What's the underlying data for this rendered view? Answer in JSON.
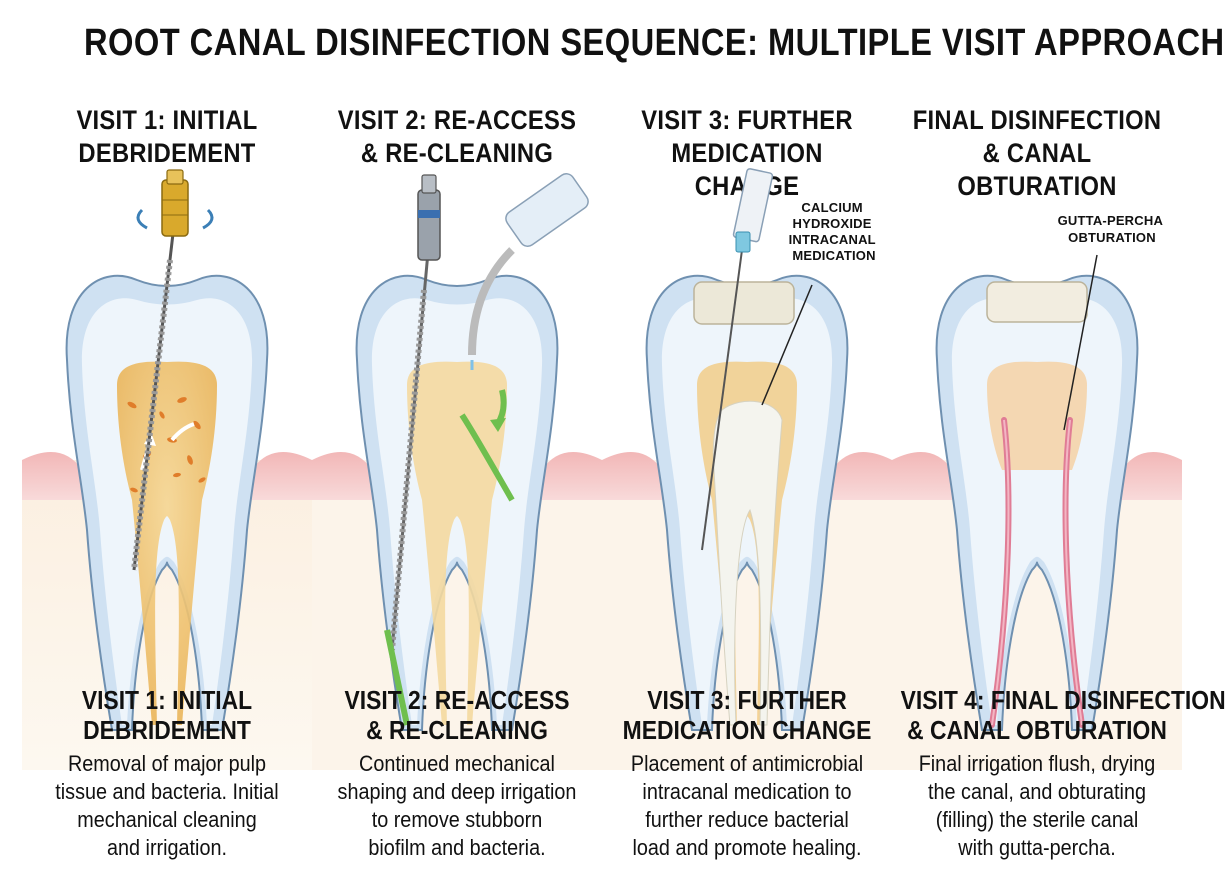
{
  "title": "ROOT CANAL DISINFECTION SEQUENCE: MULTIPLE VISIT APPROACH",
  "panels": [
    {
      "heading_lines": [
        "VISIT 1: INITIAL",
        "DEBRIDEMENT"
      ],
      "caption_lines": [
        "VISIT 1: INITIAL",
        "DEBRIDEMENT"
      ],
      "description_lines": [
        "Removal of major pulp",
        "tissue and bacteria. Initial",
        "mechanical cleaning",
        "and irrigation."
      ]
    },
    {
      "heading_lines": [
        "VISIT 2: RE-ACCESS",
        "& RE-CLEANING"
      ],
      "caption_lines": [
        "VISIT 2: RE-ACCESS",
        "& RE-CLEANING"
      ],
      "description_lines": [
        "Continued mechanical",
        "shaping and deep irrigation",
        "to remove stubborn",
        "biofilm and bacteria."
      ]
    },
    {
      "heading_lines": [
        "VISIT 3: FURTHER",
        "MEDICATION CHANGE"
      ],
      "caption_lines": [
        "VISIT 3: FURTHER",
        "MEDICATION CHANGE"
      ],
      "description_lines": [
        "Placement of antimicrobial",
        "intracanal medication to",
        "further reduce bacterial",
        "load and promote healing."
      ],
      "callout_lines": [
        "CALCIUM",
        "HYDROXIDE",
        "INTRACANAL",
        "MEDICATION"
      ]
    },
    {
      "heading_lines": [
        "FINAL DISINFECTION",
        "& CANAL OBTURATION"
      ],
      "caption_lines": [
        "VISIT 4: FINAL DISINFECTION",
        "& CANAL OBTURATION"
      ],
      "description_lines": [
        "Final irrigation flush, drying",
        "the canal, and obturating",
        "(filling) the sterile canal",
        "with gutta-percha."
      ],
      "callout_lines": [
        "GUTTA-PERCHA",
        "OBTURATION"
      ]
    }
  ],
  "colors": {
    "enamel": "#dbe9f6",
    "dentin": "#eaf3fb",
    "pulp": "#f2c779",
    "gum": "#f3c2c2",
    "instrument": "#8a9099",
    "file_handle": "#d9a92c",
    "irrigation_arrow": "#6fbf4e",
    "gutta_percha": "#e88ca0",
    "calcium_hydroxide": "#f4f4ee",
    "temp_filling": "#ece8d8"
  },
  "icons": {
    "rotation": "rotation-arrows-icon",
    "irrigation": "irrigation-arrow-icon"
  }
}
